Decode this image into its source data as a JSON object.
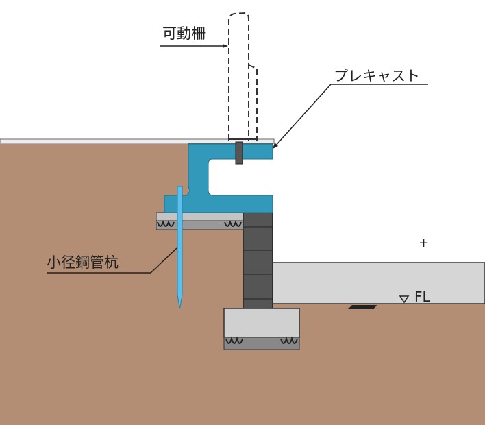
{
  "labels": {
    "fence": "可動柵",
    "precast": "プレキャスト",
    "pile": "小径鋼管杭",
    "floor_level": "FL",
    "cross_mark": "+"
  },
  "colors": {
    "soil": "#b38d74",
    "precast_blue": "#3399bb",
    "pile_blue": "#5bc0eb",
    "block": "#555555",
    "concrete": "#d6d6d6"
  }
}
